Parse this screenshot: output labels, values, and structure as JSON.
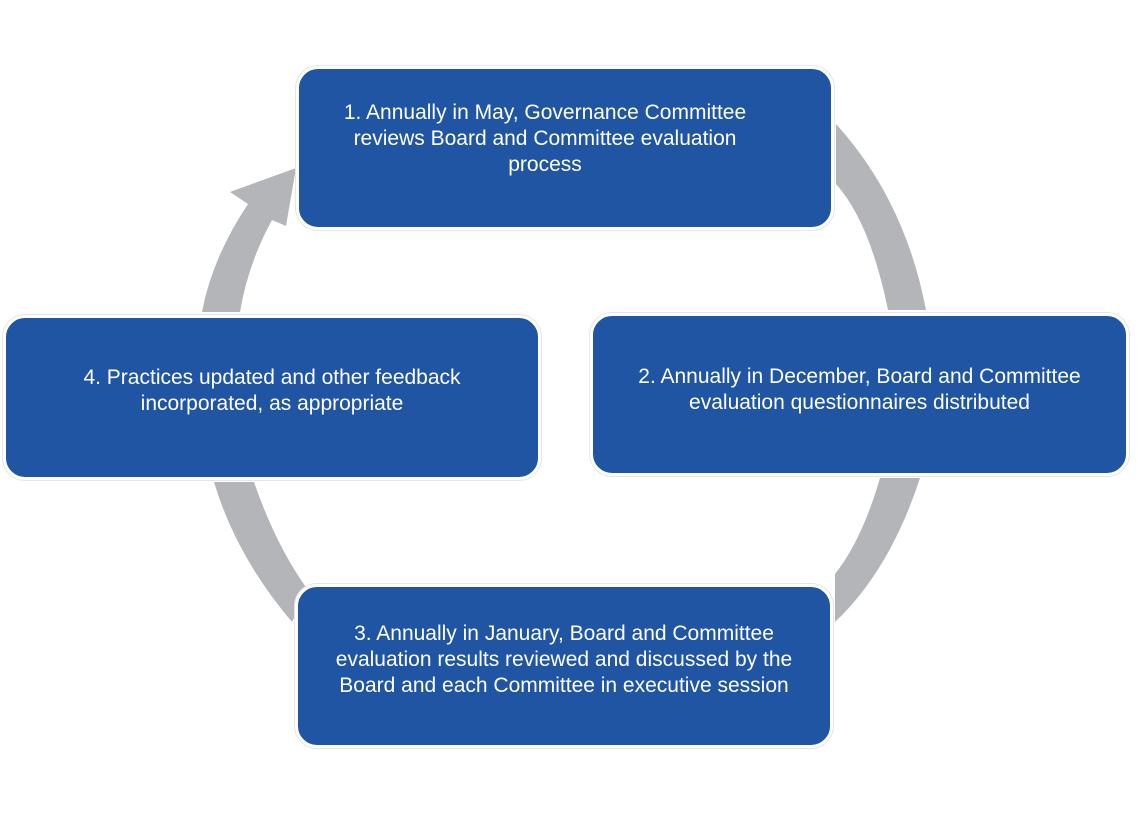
{
  "colors": {
    "box_fill": "#1f55a2",
    "box_text": "#ffffff",
    "arrow": "#b3b5b8",
    "background": "#ffffff"
  },
  "steps": [
    {
      "text": "1. Annually in May, Governance Committee reviews Board and Committee evaluation process"
    },
    {
      "text": "2. Annually in December, Board and Committee evaluation questionnaires distributed"
    },
    {
      "text": "3. Annually in January, Board and Committee evaluation results reviewed and discussed by the Board and each Committee in executive session"
    },
    {
      "text": "4. Practices updated and other feedback incorporated, as appropriate"
    }
  ]
}
